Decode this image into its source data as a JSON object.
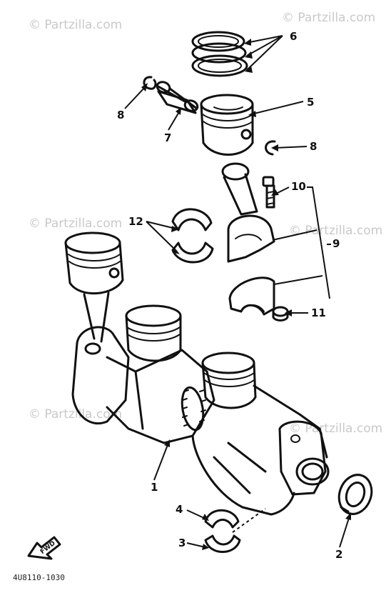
{
  "diagram": {
    "watermark": "© Partzilla.com",
    "part_code": "4U8110-1030",
    "fwd_label": "FWD",
    "callouts": {
      "c1": "1",
      "c2": "2",
      "c3": "3",
      "c4": "4",
      "c5": "5",
      "c6": "6",
      "c7": "7",
      "c8a": "8",
      "c8b": "8",
      "c9": "9",
      "c10": "10",
      "c11": "11",
      "c12": "12"
    }
  }
}
